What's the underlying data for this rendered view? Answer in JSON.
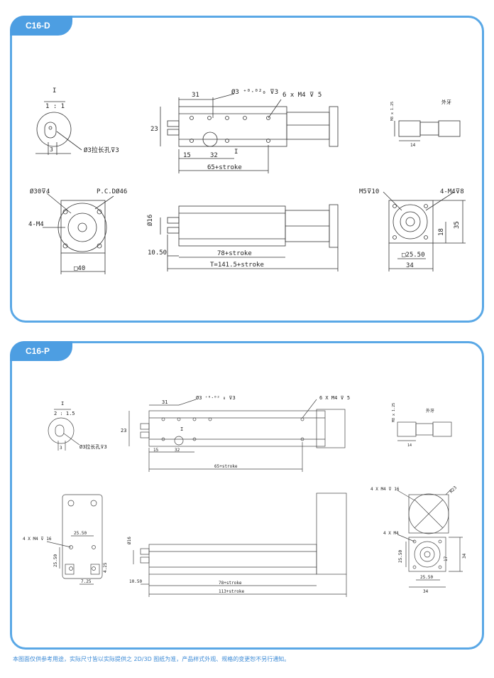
{
  "section_d": {
    "tag": "C16-D",
    "detail": {
      "mark": "I",
      "scale": "1 : 1",
      "hole": "Ø3拉长孔⊽3",
      "dim": "3"
    },
    "top_view": {
      "dim_31": "31",
      "hole_note": "Ø3 ⁺⁰·⁰²₀ ⊽3",
      "tap_note": "6 x M4 ⊽ 5",
      "dim_23": "23",
      "dim_15": "15",
      "dim_32": "32",
      "mark": "I",
      "len": "65+stroke"
    },
    "thread_view": {
      "label": "外牙",
      "dim_d": "M8 x 1.25",
      "dim_len": "14"
    },
    "front_view": {
      "hole_note": "Ø30⊽4",
      "pcd": "P.C.DØ46",
      "tap": "4-M4",
      "square": "□40"
    },
    "side_view": {
      "dia": "Ø16",
      "dim_1050": "10.50",
      "len78": "78+stroke",
      "total": "T=141.5+stroke"
    },
    "end_view": {
      "m5": "M5⊽10",
      "tap": "4-M4⊽8",
      "d35": "35",
      "d18": "18",
      "d2550": "□25.50",
      "d34": "34"
    }
  },
  "section_p": {
    "tag": "C16-P",
    "detail": {
      "mark": "I",
      "scale": "2 : 1.5",
      "hole": "Ø3拉长孔⊽3",
      "dim": "3"
    },
    "top_view": {
      "dim_31": "31",
      "hole_note": "Ø3 ⁺⁰·⁰² ₀ ⊽3",
      "tap_note": "6 X M4 ⊽ 5",
      "dim_23": "23",
      "dim_15": "15",
      "dim_32": "32",
      "mark": "I",
      "len": "65+stroke"
    },
    "thread_view": {
      "label": "外牙",
      "dim_d": "M8 x 1.25",
      "dim_len": "14"
    },
    "front_view": {
      "tap": "4 X M4 ⊽ 16",
      "d2550": "25.50",
      "d2550v": "25.50",
      "d725": "7.25",
      "d425": "4.25"
    },
    "side_view": {
      "dia": "Ø16",
      "dim_1050": "10.50",
      "len78": "78+stroke",
      "total": "113+stroke"
    },
    "end_view": {
      "tap16": "4 X M4 ⊽ 16",
      "r": "R23",
      "tap4": "4 X M4",
      "d2550": "25.50",
      "d2550v": "25.50",
      "d17": "17",
      "d34v": "34",
      "d34": "34"
    }
  },
  "footer_note": "本图面仅供参考用途，实际尺寸皆以实际提供之 2D/3D 图纸为准，产品样式外观、规格的变更恕不另行通知。"
}
